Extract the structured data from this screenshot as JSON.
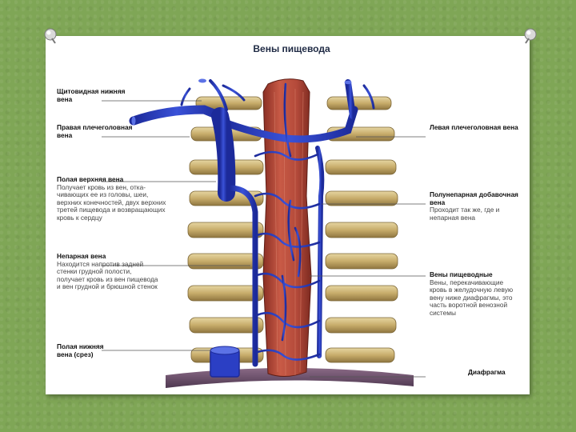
{
  "title": "Вены пищевода",
  "labels": {
    "thyroid": {
      "name": "Щитовидная нижняя вена"
    },
    "right_brachio": {
      "name": "Правая плечеголовная вена"
    },
    "svc": {
      "name": "Полая верхняя вена",
      "desc": "Получает кровь из вен, отка­чивающих ее из головы, шеи, верхних конечностей, двух верхних третей пищевода и возвращающих кровь к сердцу"
    },
    "azygos": {
      "name": "Непарная вена",
      "desc": "Находится напротив задней стенки грудной полости, получает кровь из вен пищевода и вен грудной и брюшной стенок"
    },
    "ivc": {
      "name": "Полая нижняя вена (срез)"
    },
    "left_brachio": {
      "name": "Левая плечеголовная вена"
    },
    "hemiazygos": {
      "name": "Полунепарная добавочная вена",
      "desc": "Проходит так же, где и непарная вена"
    },
    "esoph_veins": {
      "name": "Вены пищеводные",
      "desc": "Вены, перекачивающие кровь в желудочную левую вену ниже диафрагмы, это часть воротной венозной системы"
    },
    "diaphragm": {
      "name": "Диафрагма"
    }
  },
  "colors": {
    "background": "#7fa656",
    "vein": "#2b3fc4",
    "rib": "#c9b378",
    "esophagus": "#b5493a",
    "diaphragm": "#6a4f6a"
  }
}
